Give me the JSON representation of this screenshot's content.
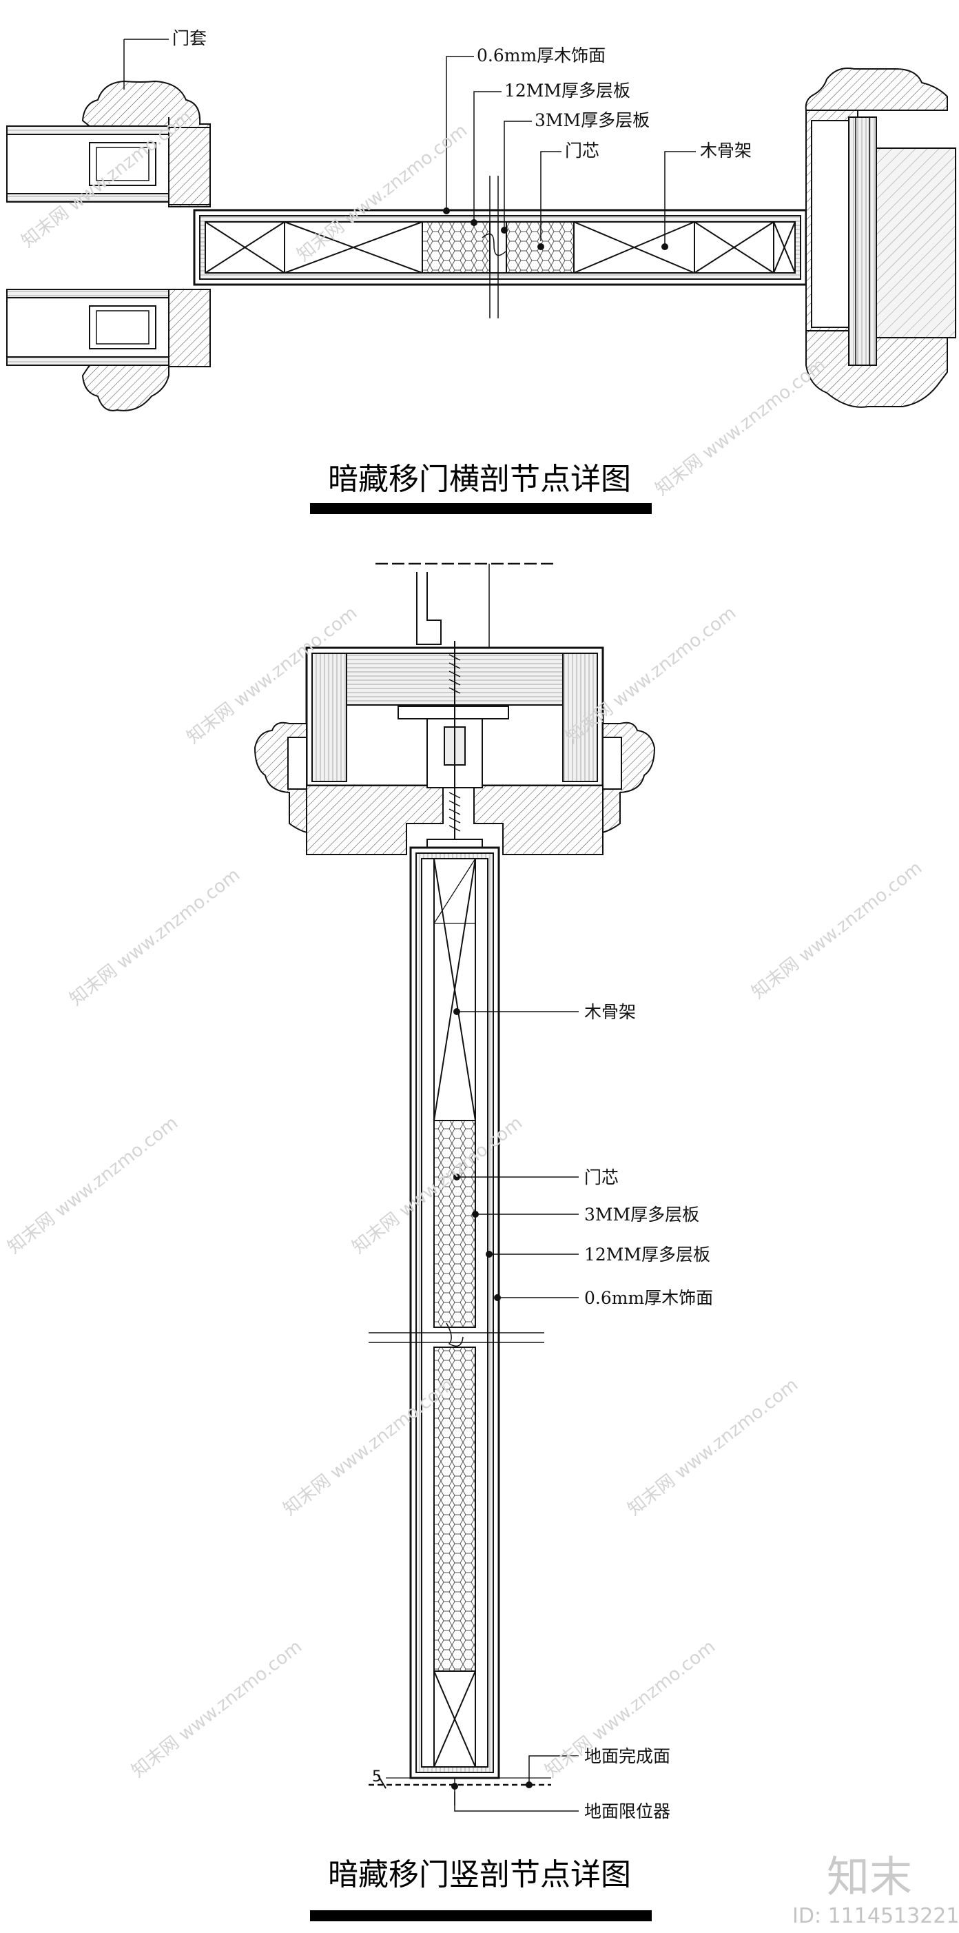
{
  "top_section": {
    "title": "暗藏移门横剖节点详图",
    "labels": {
      "door_casing": "门套",
      "veneer": "0.6mm厚木饰面",
      "ply12": "12MM厚多层板",
      "ply3": "3MM厚多层板",
      "core": "门芯",
      "frame": "木骨架"
    }
  },
  "bottom_section": {
    "title": "暗藏移门竖剖节点详图",
    "labels": {
      "frame": "木骨架",
      "core": "门芯",
      "ply3": "3MM厚多层板",
      "ply12": "12MM厚多层板",
      "veneer": "0.6mm厚木饰面",
      "floor_finish": "地面完成面",
      "floor_stop": "地面限位器"
    },
    "dimension": "5"
  },
  "watermark": {
    "text": "知末网 www.znzmo.com",
    "logo": "知末",
    "id": "ID: 1114513221"
  },
  "colors": {
    "line": "#111111",
    "title_bar": "#000000",
    "watermark": "#d4d4d4"
  }
}
